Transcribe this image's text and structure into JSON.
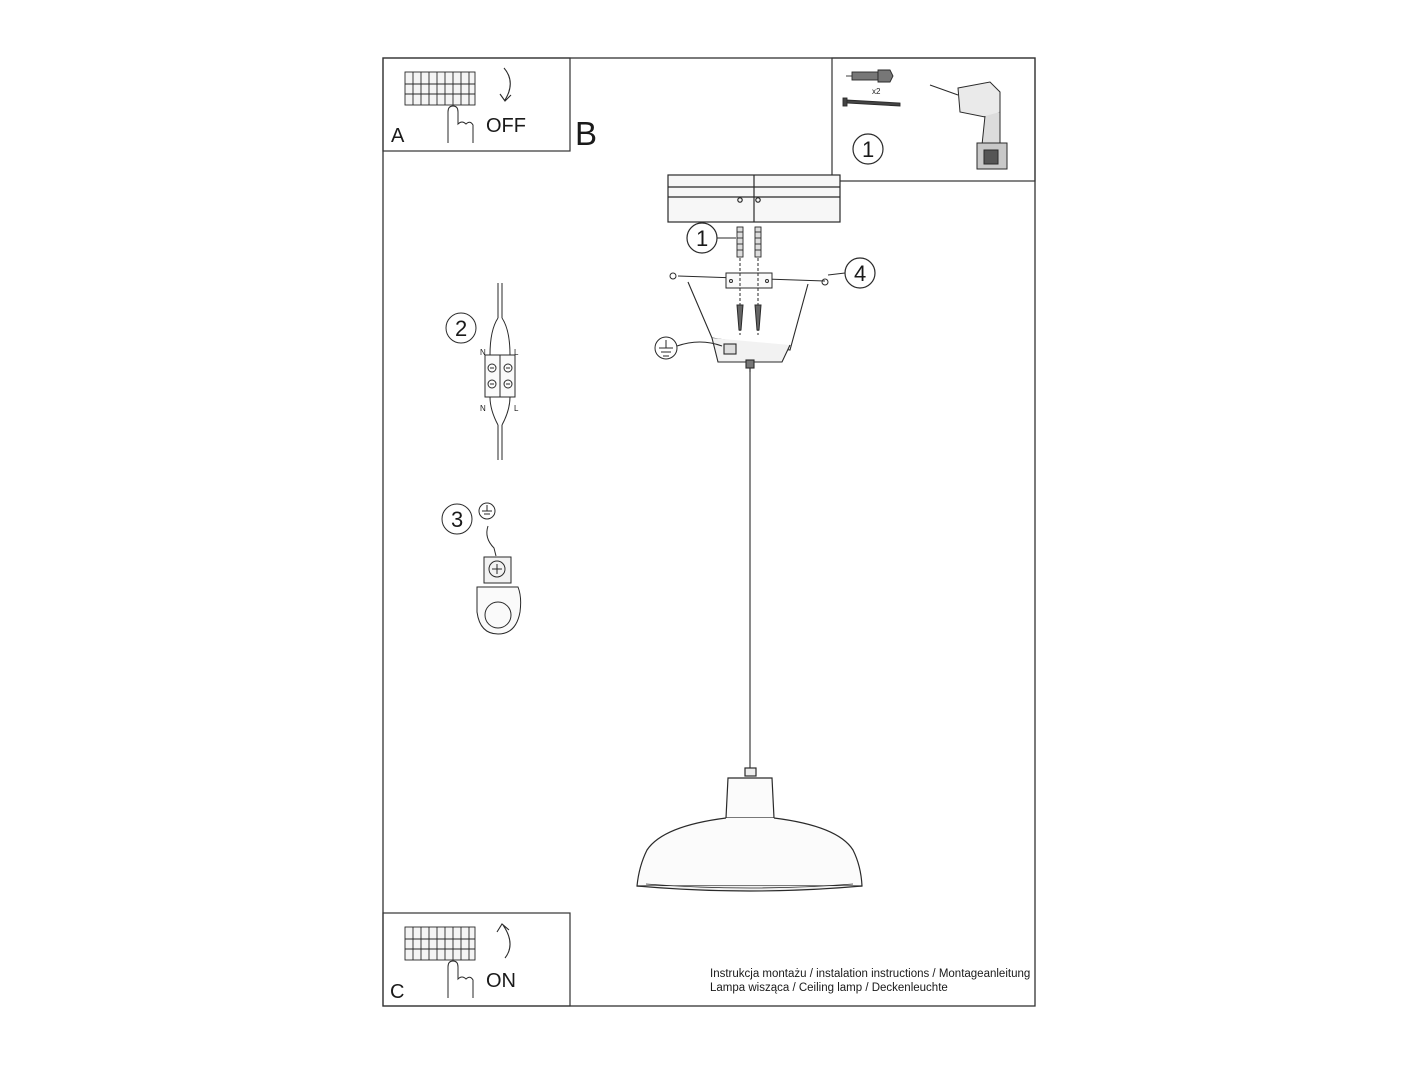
{
  "panels": {
    "a_label": "A",
    "a_switch": "OFF",
    "b_label": "B",
    "c_label": "C",
    "c_switch": "ON"
  },
  "tools": {
    "quantity": "x2",
    "step": "1"
  },
  "callouts": {
    "anchor": "1",
    "terminal": "2",
    "ground": "3",
    "screw": "4"
  },
  "terminal_labels": {
    "top_left": "N",
    "top_right": "L",
    "bottom_left": "N",
    "bottom_right": "L"
  },
  "footer": {
    "line1": "Instrukcja montażu / instalation instructions / Montageanleitung",
    "line2": "Lampa wisząca / Ceiling lamp / Deckenleuchte"
  }
}
